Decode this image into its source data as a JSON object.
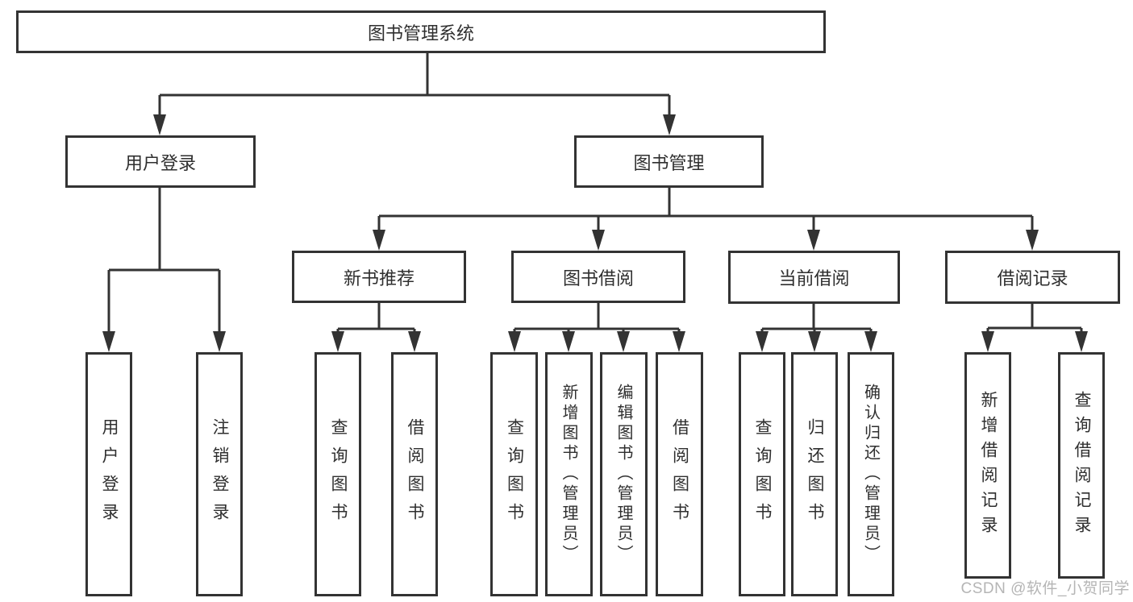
{
  "diagram": {
    "watermark": "CSDN @软件_小贺同学",
    "colors": {
      "line": "#333333",
      "text": "#2f2f2f",
      "box_bg": "#ffffff",
      "background": "#ffffff",
      "watermark": "#b5b5b5"
    },
    "hierarchy": {
      "图书管理系统": {
        "用户登录": [
          "用户登录",
          "注销登录"
        ],
        "图书管理": {
          "新书推荐": [
            "查询图书",
            "借阅图书"
          ],
          "图书借阅": [
            "查询图书",
            "新增图书（管理员）",
            "编辑图书（管理员）",
            "借阅图书"
          ],
          "当前借阅": [
            "查询图书",
            "归还图书",
            "确认归还（管理员）"
          ],
          "借阅记录": [
            "新增借阅记录",
            "查询借阅记录"
          ]
        }
      }
    }
  },
  "nodes": {
    "root": {
      "label": "图书管理系统"
    },
    "user_login": {
      "label": "用户登录"
    },
    "book_mgmt": {
      "label": "图书管理"
    },
    "user_login_action": {
      "label": "用户登录"
    },
    "logout_action": {
      "label": "注销登录"
    },
    "new_book_rec": {
      "label": "新书推荐"
    },
    "book_borrow": {
      "label": "图书借阅"
    },
    "current_borrow": {
      "label": "当前借阅"
    },
    "borrow_record": {
      "label": "借阅记录"
    },
    "rec_query_book": {
      "label": "查询图书"
    },
    "rec_borrow_book": {
      "label": "借阅图书"
    },
    "bb_query_book": {
      "label": "查询图书"
    },
    "bb_add_book": {
      "label": "新增图书（管理员）"
    },
    "bb_edit_book": {
      "label": "编辑图书（管理员）"
    },
    "bb_borrow_book": {
      "label": "借阅图书"
    },
    "cb_query_book": {
      "label": "查询图书"
    },
    "cb_return_book": {
      "label": "归还图书"
    },
    "cb_confirm_return": {
      "label": "确认归还（管理员）"
    },
    "br_add_record": {
      "label": "新增借阅记录"
    },
    "br_query_record": {
      "label": "查询借阅记录"
    }
  }
}
